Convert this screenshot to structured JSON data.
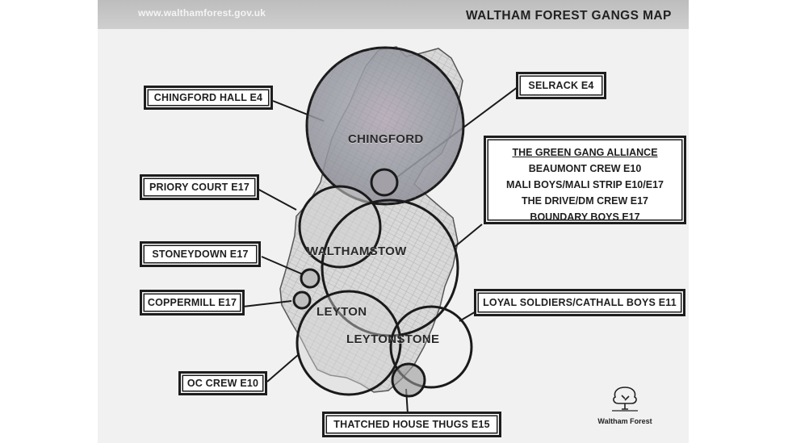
{
  "header": {
    "url": "www.walthamforest.gov.uk",
    "title": "WALTHAM FOREST GANGS MAP"
  },
  "areas": {
    "chingford": "CHINGFORD",
    "walthamstow": "WALTHAMSTOW",
    "leyton": "LEYTON",
    "leytonstone": "LEYTONSTONE"
  },
  "labels": {
    "chingford_hall": "CHINGFORD HALL E4",
    "selrack": "SELRACK E4",
    "priory_court": "PRIORY COURT E17",
    "stoneydown": "STONEYDOWN E17",
    "coppermill": "COPPERMILL E17",
    "loyal_soldiers": "LOYAL SOLDIERS/CATHALL BOYS E11",
    "oc_crew": "OC CREW E10",
    "thatched_house": "THATCHED HOUSE THUGS E15"
  },
  "alliance": {
    "heading": "THE GREEN GANG ALLIANCE",
    "members": [
      "BEAUMONT CREW E10",
      "MALI BOYS/MALI STRIP E10/E17",
      "THE DRIVE/DM CREW E17",
      "BOUNDARY BOYS E17"
    ]
  },
  "logo": {
    "text": "Waltham Forest",
    "icon": "tree-icon"
  },
  "colors": {
    "circle_stroke": "#1a1a1a",
    "chingford_fill": "#a39aa6",
    "borough_fill": "#dcdcdc"
  }
}
